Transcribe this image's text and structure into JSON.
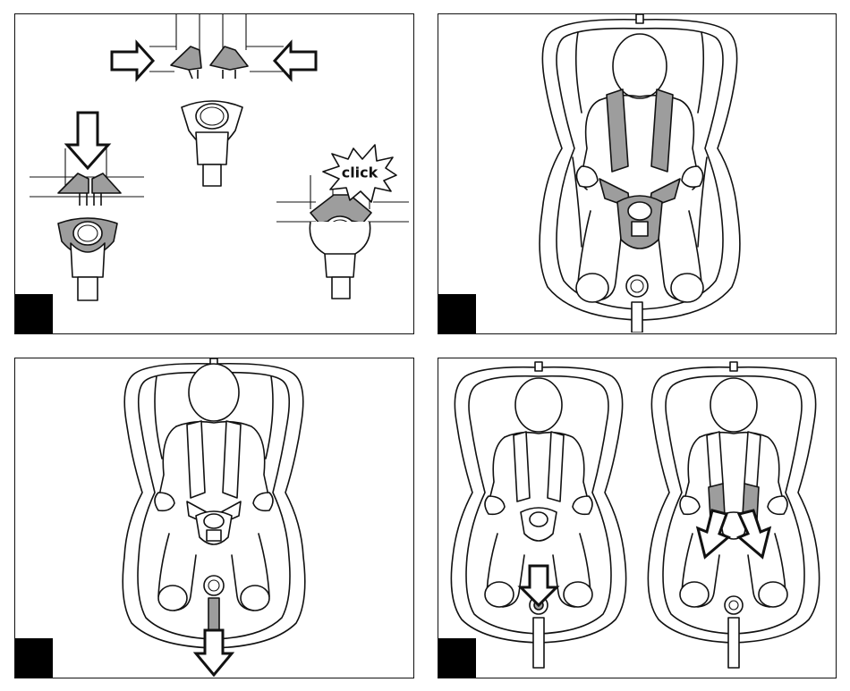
{
  "figure": {
    "callout_text": "click",
    "panels": [
      {
        "id": "step-1",
        "step_label": ""
      },
      {
        "id": "step-2",
        "step_label": ""
      },
      {
        "id": "step-3",
        "step_label": ""
      },
      {
        "id": "step-4",
        "step_label": ""
      }
    ]
  },
  "colors": {
    "line": "#111111",
    "highlight_fill": "#9d9d9d",
    "step_box": "#000000"
  }
}
